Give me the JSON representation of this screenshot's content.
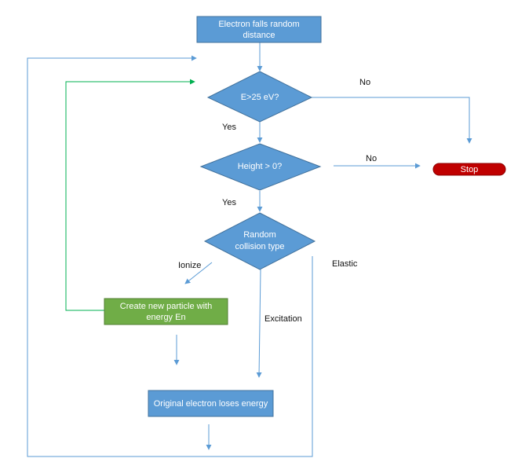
{
  "colors": {
    "process_fill": "#5b9bd5",
    "process_border": "#41719c",
    "decision_fill": "#5b9bd5",
    "green_fill": "#70ad47",
    "green_border": "#507e32",
    "stop_fill": "#c00000",
    "arrow_blue": "#5b9bd5",
    "arrow_green": "#00b050"
  },
  "nodes": {
    "start": "Electron falls random distance",
    "decision_energy": "E>25 eV?",
    "decision_height": "Height > 0?",
    "decision_collision": "Random collision type",
    "create_particle": "Create new particle with energy En",
    "lose_energy": "Original electron loses energy",
    "stop": "Stop"
  },
  "edge_labels": {
    "energy_no": "No",
    "energy_yes": "Yes",
    "height_no": "No",
    "height_yes": "Yes",
    "ionize": "Ionize",
    "excitation": "Excitation",
    "elastic": "Elastic"
  }
}
